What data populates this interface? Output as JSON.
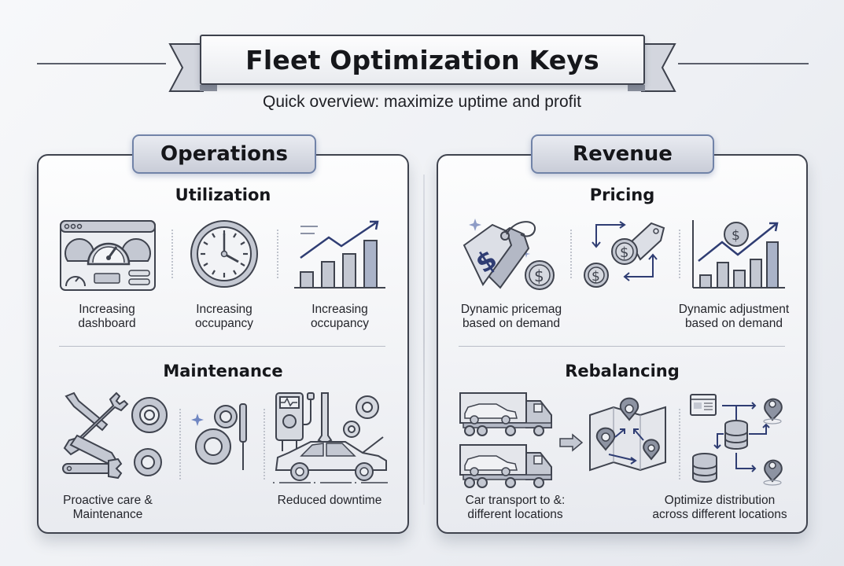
{
  "header": {
    "title": "Fleet Optimization Keys",
    "subtitle": "Quick overview: maximize uptime and profit"
  },
  "colors": {
    "accent_navy": "#2f3d73",
    "outline": "#3f434e",
    "icon_fill": "#c4c8d2",
    "tab_border": "#7183a8"
  },
  "panels": [
    {
      "title": "Operations",
      "sections": [
        {
          "title": "Utilization",
          "items": [
            {
              "icon": "dashboard-icon",
              "caption_line1": "Increasing",
              "caption_line2": "dashboard"
            },
            {
              "icon": "clock-icon",
              "caption_line1": "Increasing",
              "caption_line2": "occupancy"
            },
            {
              "icon": "bar-chart-trend-icon",
              "caption_line1": "Increasing",
              "caption_line2": "occupancy"
            }
          ]
        },
        {
          "title": "Maintenance",
          "items": [
            {
              "icon": "wrenches-gears-icon",
              "caption_line1": "Proactive care &",
              "caption_line2": "Maintenance"
            },
            {
              "icon": "gears-screwdriver-icon",
              "caption_line1": "",
              "caption_line2": ""
            },
            {
              "icon": "diagnostic-car-icon",
              "caption_line1": "Reduced downtime",
              "caption_line2": ""
            }
          ]
        }
      ]
    },
    {
      "title": "Revenue",
      "sections": [
        {
          "title": "Pricing",
          "items": [
            {
              "icon": "price-tag-dollar-icon",
              "caption_line1": "Dynamic pricemag",
              "caption_line2": "based on demand"
            },
            {
              "icon": "dollar-exchange-icon",
              "caption_line1": "",
              "caption_line2": ""
            },
            {
              "icon": "dollar-bar-chart-icon",
              "caption_line1": "Dynamic adjustment",
              "caption_line2": "based on demand"
            }
          ]
        },
        {
          "title": "Rebalancing",
          "items": [
            {
              "icon": "car-transport-truck-icon",
              "caption_line1": "Car transport to &:",
              "caption_line2": "different locations"
            },
            {
              "icon": "map-pins-icon",
              "caption_line1": "",
              "caption_line2": ""
            },
            {
              "icon": "distribution-network-icon",
              "caption_line1": "Optimize distribution",
              "caption_line2": "across different locations"
            }
          ]
        }
      ]
    }
  ]
}
